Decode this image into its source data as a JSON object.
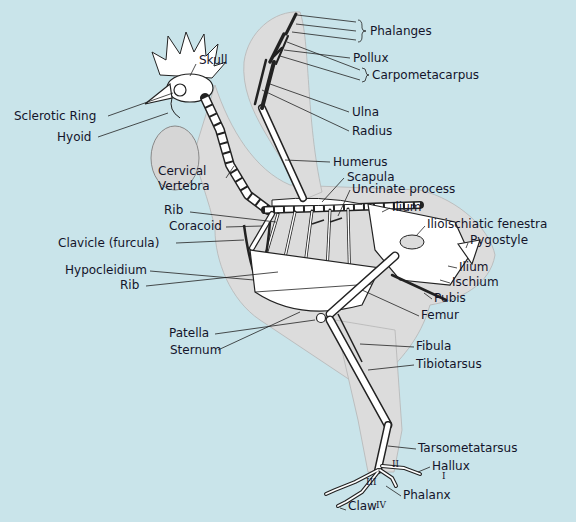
{
  "diagram": {
    "labels": [
      "Phalanges",
      "Pollux",
      "Carpometacarpus",
      "Ulna",
      "Radius",
      "Skull",
      "Sclerotic Ring",
      "Hyoid",
      "Cervical Vertebra",
      "Humerus",
      "Scapula",
      "Uncinate process",
      "Rib",
      "Ilium",
      "Coracoid",
      "Ilioischiatic fenestra",
      "Clavicle (furcula)",
      "Pygostyle",
      "Ilium",
      "Ischium",
      "Hypocleidium",
      "Pubis",
      "Rib",
      "Femur",
      "Patella",
      "Sternum",
      "Fibula",
      "Tibiotarsus",
      "Tarsometatarsus",
      "II",
      "Hallux",
      "I",
      "III",
      "IV",
      "Claw",
      "Phalanx"
    ]
  }
}
